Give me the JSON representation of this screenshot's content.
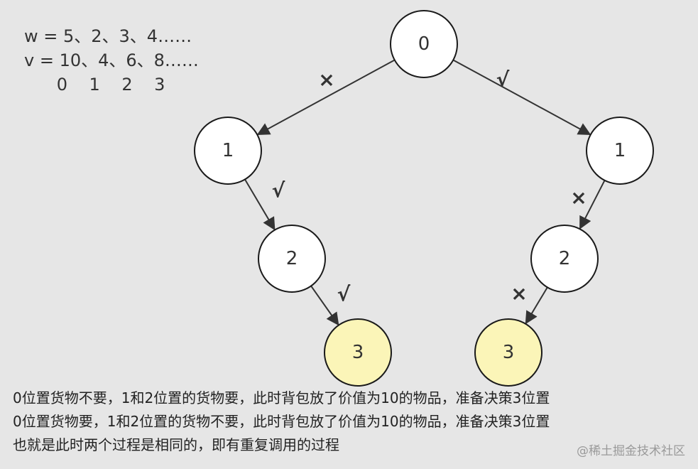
{
  "legend": {
    "weights": "w = 5、2、3、4……",
    "values": "v = 10、4、6、8……",
    "indices": "      0    1    2    3"
  },
  "nodes": [
    {
      "id": "root",
      "label": "0",
      "highlight": false
    },
    {
      "id": "l1",
      "label": "1",
      "highlight": false
    },
    {
      "id": "l2",
      "label": "2",
      "highlight": false
    },
    {
      "id": "l3",
      "label": "3",
      "highlight": true
    },
    {
      "id": "r1",
      "label": "1",
      "highlight": false
    },
    {
      "id": "r2",
      "label": "2",
      "highlight": false
    },
    {
      "id": "r3",
      "label": "3",
      "highlight": true
    }
  ],
  "edges": [
    {
      "from": "root",
      "to": "l1",
      "mark": "×"
    },
    {
      "from": "root",
      "to": "r1",
      "mark": "√"
    },
    {
      "from": "l1",
      "to": "l2",
      "mark": "√"
    },
    {
      "from": "l2",
      "to": "l3",
      "mark": "√"
    },
    {
      "from": "r1",
      "to": "r2",
      "mark": "×"
    },
    {
      "from": "r2",
      "to": "r3",
      "mark": "×"
    }
  ],
  "colors": {
    "node_fill": "#ffffff",
    "highlight_fill": "#fbf5b8",
    "stroke": "#1a1a1a"
  },
  "notes": [
    "0位置货物不要，1和2位置的货物要，此时背包放了价值为10的物品，准备决策3位置",
    "0位置货物要，1和2位置的货物不要，此时背包放了价值为10的物品，准备决策3位置",
    "也就是此时两个过程是相同的，即有重复调用的过程"
  ],
  "watermark": "@稀土掘金技术社区"
}
